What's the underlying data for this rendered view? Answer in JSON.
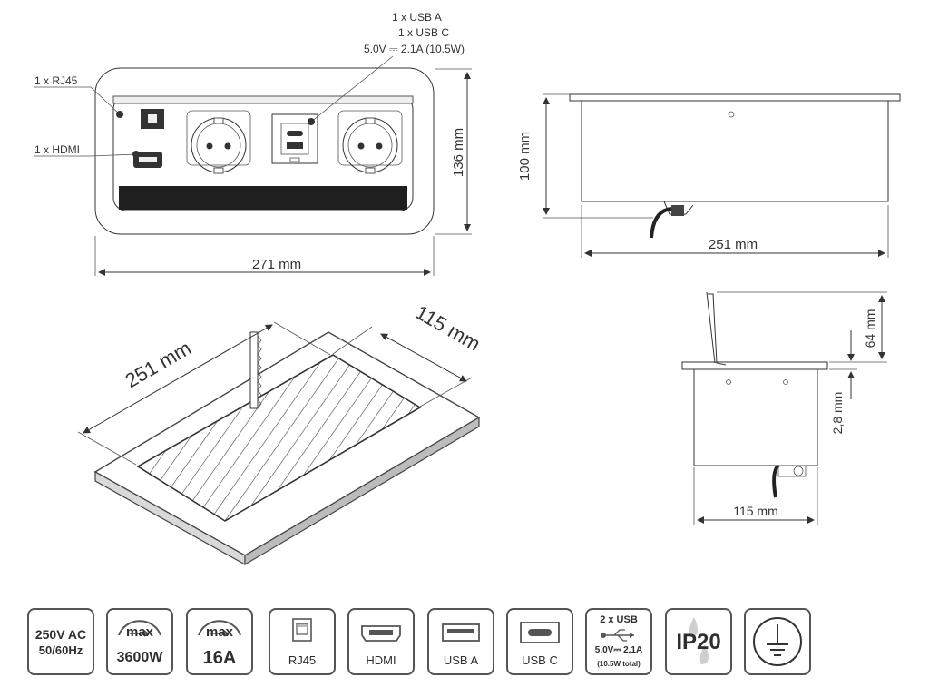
{
  "front_view": {
    "labels": {
      "usb_a": "1 x USB  A",
      "usb_c": "1 x USB C",
      "usb_power": "5.0V ⎓ 2.1A (10.5W)",
      "rj45": "1 x RJ45",
      "hdmi": "1 x HDMI"
    },
    "dims": {
      "height": "136 mm",
      "width": "271 mm"
    }
  },
  "side_view": {
    "dims": {
      "height": "100 mm",
      "width": "251 mm"
    }
  },
  "cutout_view": {
    "dims": {
      "length": "251 mm",
      "width": "115 mm"
    }
  },
  "end_view": {
    "dims": {
      "lid": "64 mm",
      "thickness": "2,8 mm",
      "width": "115 mm"
    }
  },
  "spec_icons": [
    {
      "id": "voltage",
      "line1": "250V AC",
      "line2": "50/60Hz"
    },
    {
      "id": "power",
      "line1": "max",
      "line2": "3600W"
    },
    {
      "id": "current",
      "line1": "max",
      "line2": "16A"
    },
    {
      "id": "rj45",
      "label": "RJ45"
    },
    {
      "id": "hdmi",
      "label": "HDMI"
    },
    {
      "id": "usb-a",
      "label": "USB A"
    },
    {
      "id": "usb-c",
      "label": "USB C"
    },
    {
      "id": "usb-total",
      "line1": "2 x USB",
      "line2": "5.0V⎓ 2,1A",
      "line3": "(10.5W total)"
    },
    {
      "id": "ip",
      "label": "IP20"
    },
    {
      "id": "ground",
      "label": ""
    }
  ]
}
